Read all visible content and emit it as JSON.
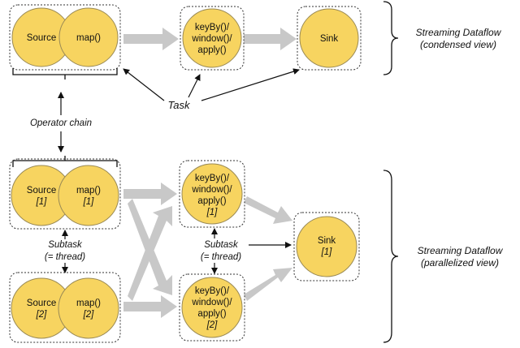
{
  "condensed": {
    "source": "Source",
    "map": "map()",
    "keyby": [
      "keyBy()/",
      "window()/",
      "apply()"
    ],
    "sink": "Sink",
    "side_label": [
      "Streaming Dataflow",
      "(condensed view)"
    ],
    "task": "Task"
  },
  "operator_chain": "Operator chain",
  "parallel": {
    "source1": [
      "Source",
      "[1]"
    ],
    "map1": [
      "map()",
      "[1]"
    ],
    "source2": [
      "Source",
      "[2]"
    ],
    "map2": [
      "map()",
      "[2]"
    ],
    "keyby1": [
      "keyBy()/",
      "window()/",
      "apply()",
      "[1]"
    ],
    "keyby2": [
      "keyBy()/",
      "window()/",
      "apply()",
      "[2]"
    ],
    "sink": [
      "Sink",
      "[1]"
    ],
    "subtask_left": [
      "Subtask",
      "(= thread)"
    ],
    "subtask_mid": [
      "Subtask",
      "(= thread)"
    ],
    "side_label": [
      "Streaming Dataflow",
      "(parallelized view)"
    ]
  },
  "colors": {
    "node_fill": "#f7d460",
    "node_stroke": "#9a8a55",
    "flow_arrow": "#c8c8c8"
  }
}
